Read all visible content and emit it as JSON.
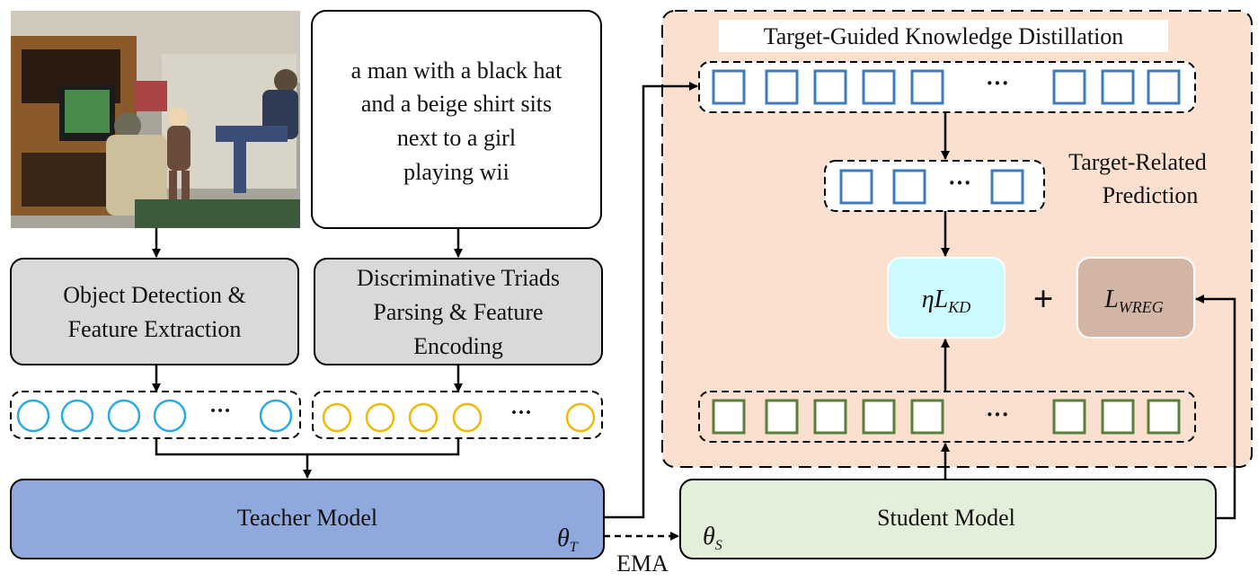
{
  "photo": {
    "alt": "Photo: man in black hat and beige shirt sitting next to a young girl playing a Wii game in a living room"
  },
  "caption": {
    "lines": [
      "a man with a black hat",
      "and a beige shirt sits",
      "next to a girl",
      "playing wii"
    ]
  },
  "object_detection": {
    "lines": [
      "Object Detection &",
      "Feature Extraction"
    ]
  },
  "triads_parsing": {
    "lines": [
      "Discriminative Triads",
      "Parsing & Feature",
      "Encoding"
    ]
  },
  "ellipsis": "···",
  "teacher": {
    "label": "Teacher Model",
    "theta_symbol": "θ",
    "theta_sub": "T"
  },
  "student": {
    "label": "Student Model",
    "theta_symbol": "θ",
    "theta_sub": "S"
  },
  "ema_label": "EMA",
  "distillation": {
    "title": "Target-Guided Knowledge Distillation",
    "prediction_lines": [
      "Target-Related",
      "Prediction"
    ],
    "loss_kd": {
      "prefix": "ηL",
      "sub": "KD"
    },
    "plus": "+",
    "loss_wreg": {
      "prefix": "L",
      "sub": "WREG"
    }
  },
  "colors": {
    "visual_token": "#29abe2",
    "text_token": "#f5b800",
    "teacher_token": "#3f7bbf",
    "student_token": "#5a7f3a",
    "teacher_fill": "#8fa9dc",
    "student_fill": "#e3efd8",
    "distill_fill": "#fbe0cf",
    "kd_fill": "#ccfbff",
    "wreg_fill": "#d2b5a4",
    "process_fill": "#d9d9d9"
  }
}
